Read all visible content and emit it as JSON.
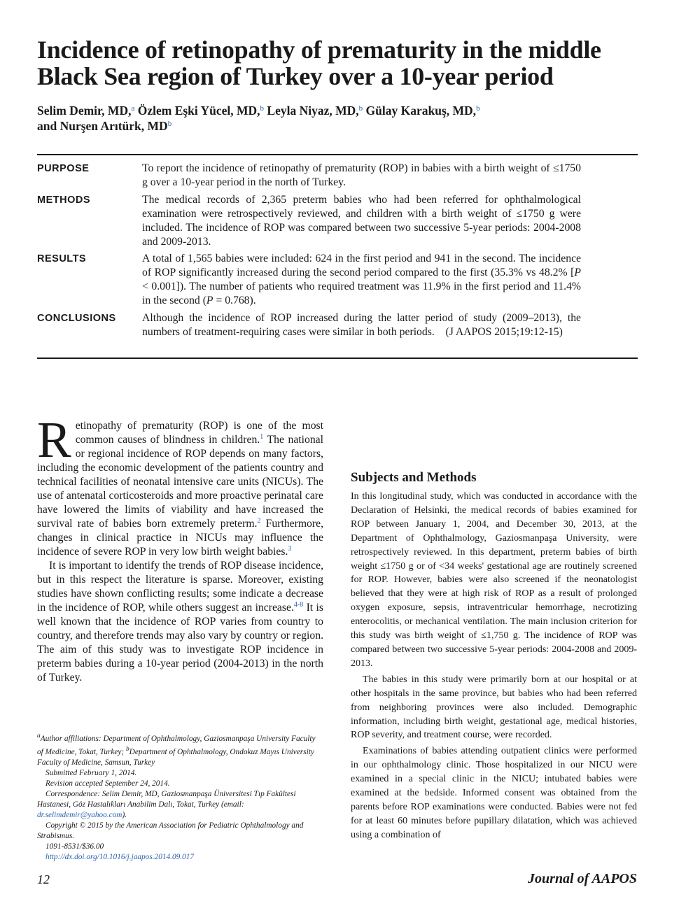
{
  "title_lines": [
    "Incidence of retinopathy of prematurity in the middle",
    "Black Sea region of Turkey over a 10-year period"
  ],
  "authors": [
    {
      "name": "Selim Demir, MD,",
      "sup": "a"
    },
    {
      "name": "Özlem Eşki Yücel, MD,",
      "sup": "b"
    },
    {
      "name": "Leyla Niyaz, MD,",
      "sup": "b"
    },
    {
      "name": "Gülay Karakuş, MD,",
      "sup": "b"
    },
    {
      "name": "and Nurşen Arıtürk, MD",
      "sup": "b"
    }
  ],
  "abstract": {
    "purpose": {
      "label": "PURPOSE",
      "text": "To report the incidence of retinopathy of prematurity (ROP) in babies with a birth weight of ≤1750 g over a 10-year period in the north of Turkey."
    },
    "methods": {
      "label": "METHODS",
      "text": "The medical records of 2,365 preterm babies who had been referred for ophthalmological examination were retrospectively reviewed, and children with a birth weight of ≤1750 g were included. The incidence of ROP was compared between two successive 5-year periods: 2004-2008 and 2009-2013."
    },
    "results": {
      "label": "RESULTS",
      "text_a": "A total of 1,565 babies were included: 624 in the first period and 941 in the second. The incidence of ROP significantly increased during the second period compared to the first (35.3% vs 48.2% [",
      "p1": "P",
      "text_b": " < 0.001]). The number of patients who required treatment was 11.9% in the first period and 11.4% in the second (",
      "p2": "P",
      "text_c": " = 0.768)."
    },
    "conclusions": {
      "label": "CONCLUSIONS",
      "text": "Although the incidence of ROP increased during the latter period of study (2009–2013), the numbers of treatment-requiring cases were similar in both periods.",
      "citation": "(J AAPOS 2015;19:12-15)"
    }
  },
  "intro": {
    "dropcap": "R",
    "p1_a": "etinopathy of prematurity (ROP) is one of the most common causes of blindness in children.",
    "ref1": "1",
    "p1_b": " The national or regional incidence of ROP depends on many factors, including the economic development of the patients country and technical facilities of neonatal intensive care units (NICUs). The use of antenatal corticosteroids and more proactive perinatal care have lowered the limits of viability and have increased the survival rate of babies born extremely preterm.",
    "ref2": "2",
    "p1_c": " Furthermore, changes in clinical practice in NICUs may influence the incidence of severe ROP in very low birth weight babies.",
    "ref3": "3",
    "p2_a": "It is important to identify the trends of ROP disease incidence, but in this respect the literature is sparse. Moreover, existing studies have shown conflicting results; some indicate a decrease in the incidence of ROP, while others suggest an increase.",
    "ref4": "4-8",
    "p2_b": " It is well known that the incidence of ROP varies from country to country, and therefore trends may also vary by country or region. The aim of this study was to investigate ROP incidence in preterm babies during a 10-year period (2004-2013) in the north of Turkey."
  },
  "methods_section": {
    "heading": "Subjects and Methods",
    "p1": "In this longitudinal study, which was conducted in accordance with the Declaration of Helsinki, the medical records of babies examined for ROP between January 1, 2004, and December 30, 2013, at the Department of Ophthalmology, Gaziosmanpaşa University, were retrospectively reviewed. In this department, preterm babies of birth weight ≤1750 g or of <34 weeks' gestational age are routinely screened for ROP. However, babies were also screened if the neonatologist believed that they were at high risk of ROP as a result of prolonged oxygen exposure, sepsis, intraventricular hemorrhage, necrotizing enterocolitis, or mechanical ventilation. The main inclusion criterion for this study was birth weight of ≤1,750 g. The incidence of ROP was compared between two successive 5-year periods: 2004-2008 and 2009-2013.",
    "p2": "The babies in this study were primarily born at our hospital or at other hospitals in the same province, but babies who had been referred from neighboring provinces were also included. Demographic information, including birth weight, gestational age, medical histories, ROP severity, and treatment course, were recorded.",
    "p3": "Examinations of babies attending outpatient clinics were performed in our ophthalmology clinic. Those hospitalized in our NICU were examined in a special clinic in the NICU; intubated babies were examined at the bedside. Informed consent was obtained from the parents before ROP examinations were conducted. Babies were not fed for at least 60 minutes before pupillary dilatation, which was achieved using a combination of"
  },
  "footnotes": {
    "affil_a_mark": "a",
    "affil_a": "Author affiliations: Department of Ophthalmology, Gaziosmanpaşa University Faculty of Medicine, Tokat, Turkey; ",
    "affil_b_mark": "b",
    "affil_b": "Department of Ophthalmology, Ondokuz Mayıs University Faculty of Medicine, Samsun, Turkey",
    "submitted": "Submitted February 1, 2014.",
    "revision": "Revision accepted September 24, 2014.",
    "correspondence": "Correspondence: Selim Demir, MD, Gaziosmanpaşa Üniversitesi Tıp Fakültesi Hastanesi, Göz Hastalıkları Anabilim Dalı, Tokat, Turkey (email: ",
    "email": "dr.selimdemir@yahoo.com",
    "correspondence_end": ").",
    "copyright": "Copyright © 2015 by the American Association for Pediatric Ophthalmology and Strabismus.",
    "issn": "1091-8531/$36.00",
    "doi": "http://dx.doi.org/10.1016/j.jaapos.2014.09.017"
  },
  "page_number": "12",
  "journal_name": "Journal of AAPOS",
  "colors": {
    "text": "#1a1a1a",
    "link": "#2a62b0"
  }
}
